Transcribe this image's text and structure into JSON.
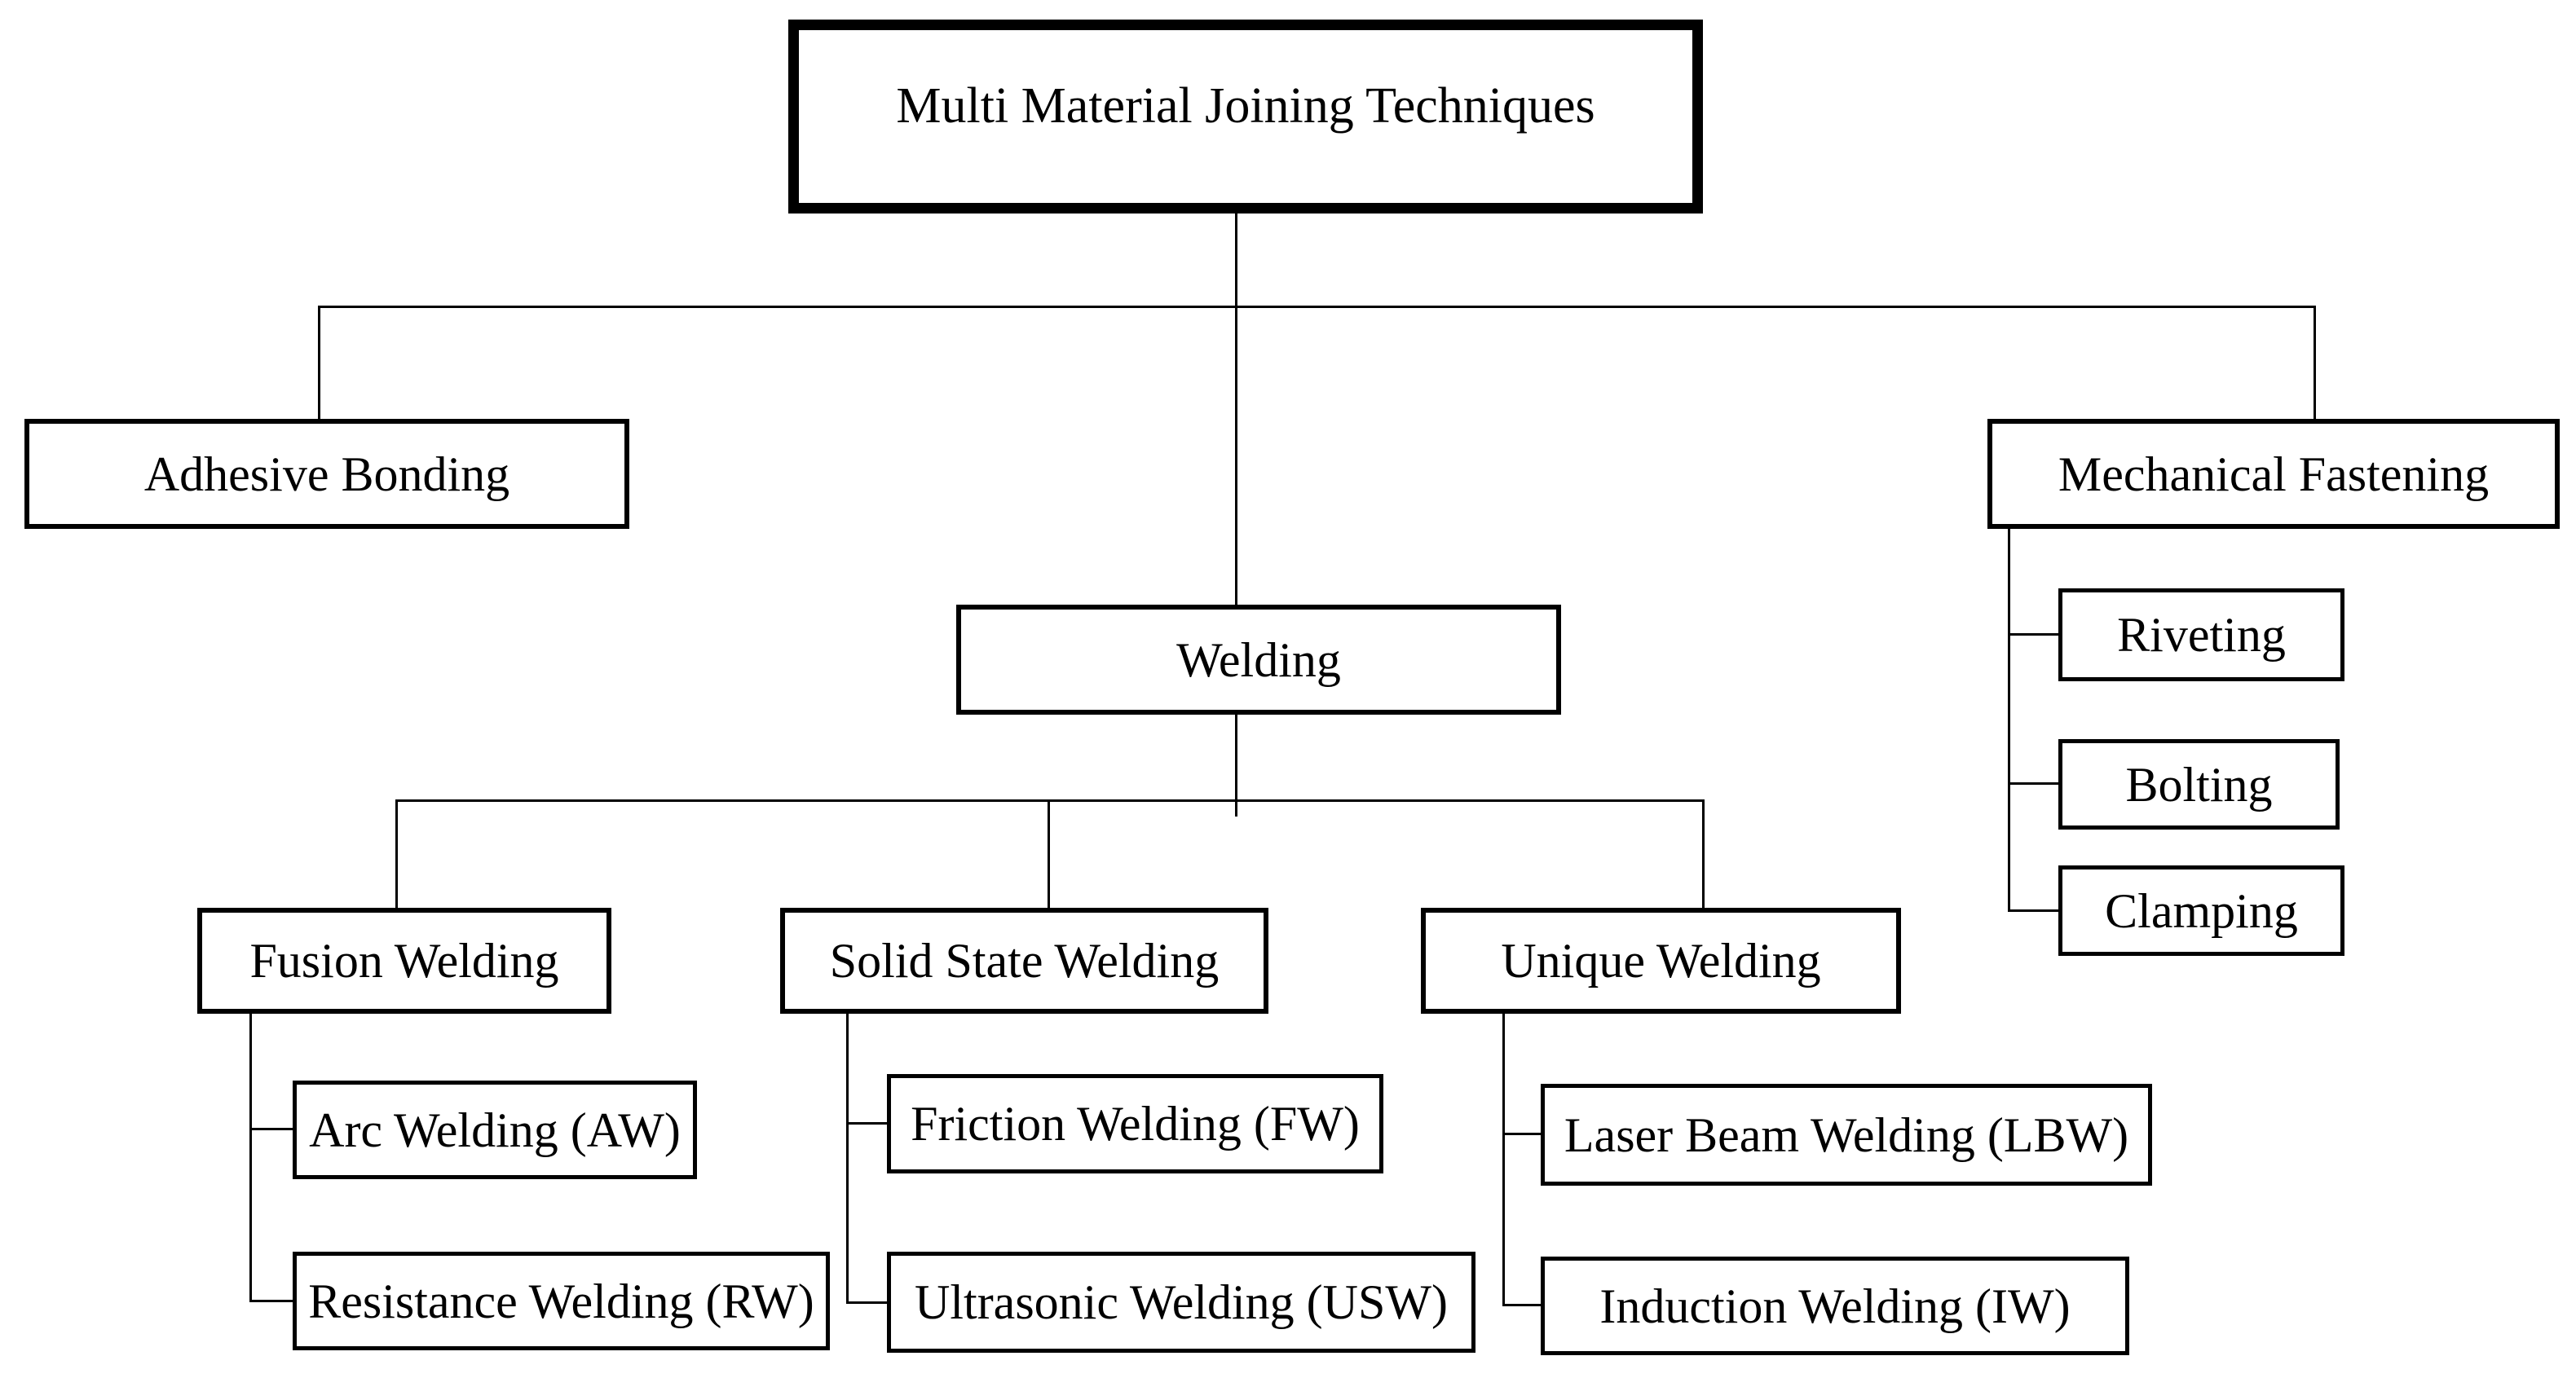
{
  "diagram": {
    "title": "Multi Material Joining Techniques",
    "branches": {
      "adhesive": {
        "label": "Adhesive Bonding"
      },
      "welding": {
        "label": "Welding",
        "children": [
          {
            "label": "Fusion Welding",
            "children": [
              {
                "label": "Arc Welding (AW)"
              },
              {
                "label": "Resistance Welding (RW)"
              }
            ]
          },
          {
            "label": "Solid State Welding",
            "children": [
              {
                "label": "Friction Welding (FW)"
              },
              {
                "label": "Ultrasonic Welding (USW)"
              }
            ]
          },
          {
            "label": "Unique Welding",
            "children": [
              {
                "label": "Laser Beam Welding (LBW)"
              },
              {
                "label": "Induction Welding (IW)"
              }
            ]
          }
        ]
      },
      "mechanical": {
        "label": "Mechanical Fastening",
        "children": [
          {
            "label": "Riveting"
          },
          {
            "label": "Bolting"
          },
          {
            "label": "Clamping"
          }
        ]
      }
    },
    "colors": {
      "background": "#ffffff",
      "line": "#000000",
      "border": "#000000",
      "text": "#000000"
    }
  }
}
